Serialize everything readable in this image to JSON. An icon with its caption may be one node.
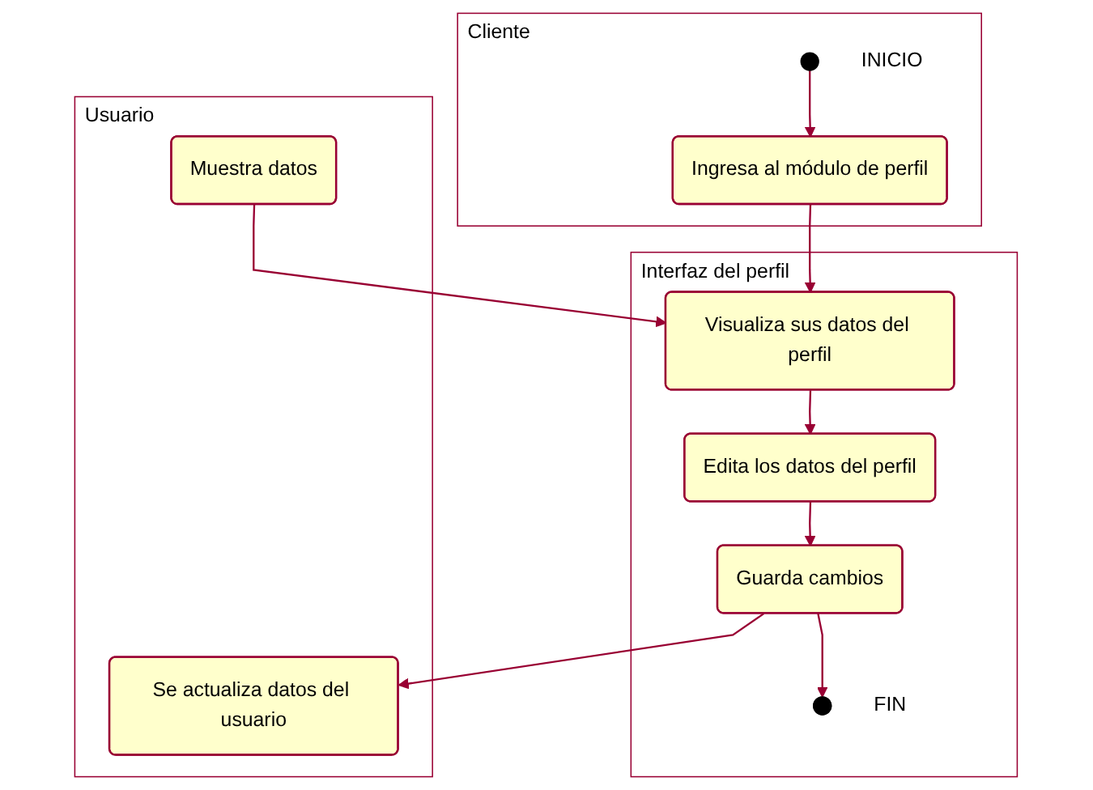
{
  "diagram": {
    "nodes": [
      {
        "text": [
          "Cliente"
        ]
      },
      {
        "text": [
          "Interfaz del perfil"
        ]
      },
      {
        "text": [
          "Usuario"
        ]
      },
      {
        "text": [],
        "shape": "circle",
        "in": 0,
        "beside": [
          "INICIO"
        ]
      },
      {
        "text": [
          "Ingresa al módulo de perfil"
        ],
        "in": 0
      },
      {
        "text": [
          "Visualiza sus datos del perfil"
        ],
        "in": 1
      },
      {
        "text": [
          "Muestra datos"
        ],
        "in": 2
      },
      {
        "text": [
          "Edita los datos del perfil"
        ],
        "in": 1
      },
      {
        "text": [
          "Guarda cambios"
        ],
        "in": 1
      },
      {
        "text": [
          "Se actualiza datos del usuario"
        ],
        "in": 2
      },
      {
        "text": [],
        "shape": "circle",
        "in": 1,
        "beside": [
          "FIN"
        ]
      }
    ],
    "edges": [
      {
        "from": 3,
        "to": 4,
        "arrow": "to"
      },
      {
        "from": 4,
        "to": 5,
        "arrow": "to"
      },
      {
        "from": 6,
        "to": 5,
        "arrow": "to"
      },
      {
        "from": 5,
        "to": 7,
        "arrow": "to"
      },
      {
        "from": 7,
        "to": 8,
        "arrow": "to"
      },
      {
        "from": 8,
        "to": 9,
        "arrow": "to"
      },
      {
        "from": 8,
        "to": 10,
        "arrow": "to"
      }
    ]
  }
}
